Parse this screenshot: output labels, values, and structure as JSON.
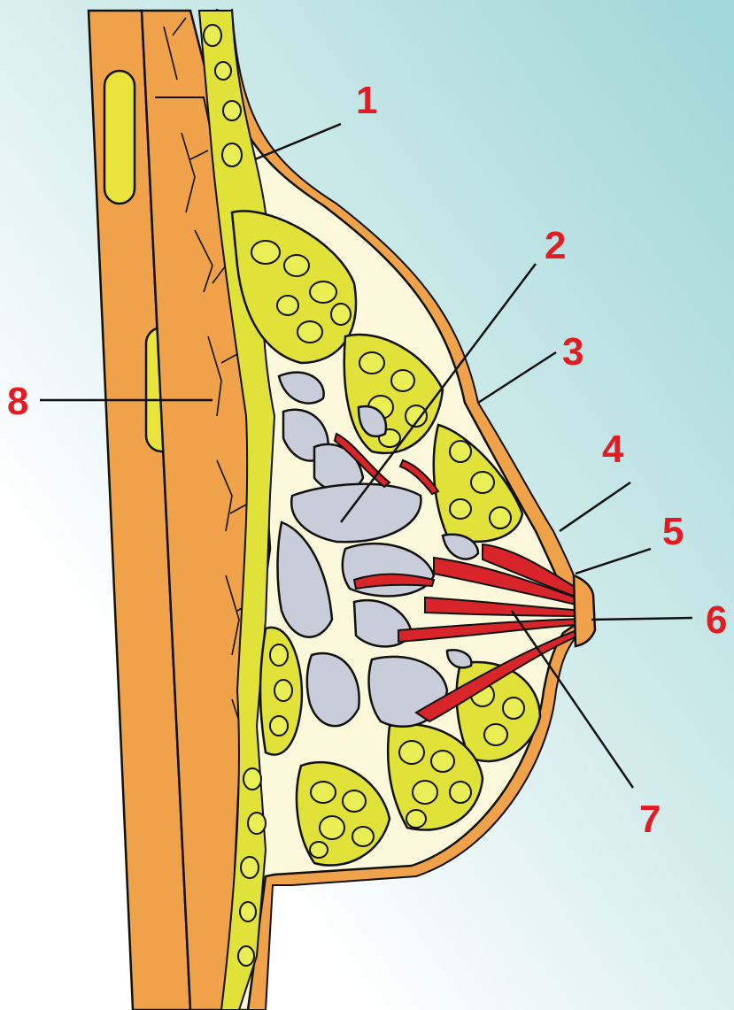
{
  "colors": {
    "background_top": "#bfe3e3",
    "background_bottom": "#ffffff",
    "skin_orange": "#f0a24a",
    "fat_yellow": "#e0e23a",
    "fat_lobule_fill": "#eaee55",
    "gland_grey": "#c9cdd9",
    "stroma_cream": "#fbf8dc",
    "duct_red": "#d7252a",
    "label_red": "#e31b23",
    "outline": "#111111"
  },
  "labels": [
    {
      "id": "1",
      "text": "1"
    },
    {
      "id": "2",
      "text": "2"
    },
    {
      "id": "3",
      "text": "3"
    },
    {
      "id": "4",
      "text": "4"
    },
    {
      "id": "5",
      "text": "5"
    },
    {
      "id": "6",
      "text": "6"
    },
    {
      "id": "7",
      "text": "7"
    },
    {
      "id": "8",
      "text": "8"
    }
  ]
}
